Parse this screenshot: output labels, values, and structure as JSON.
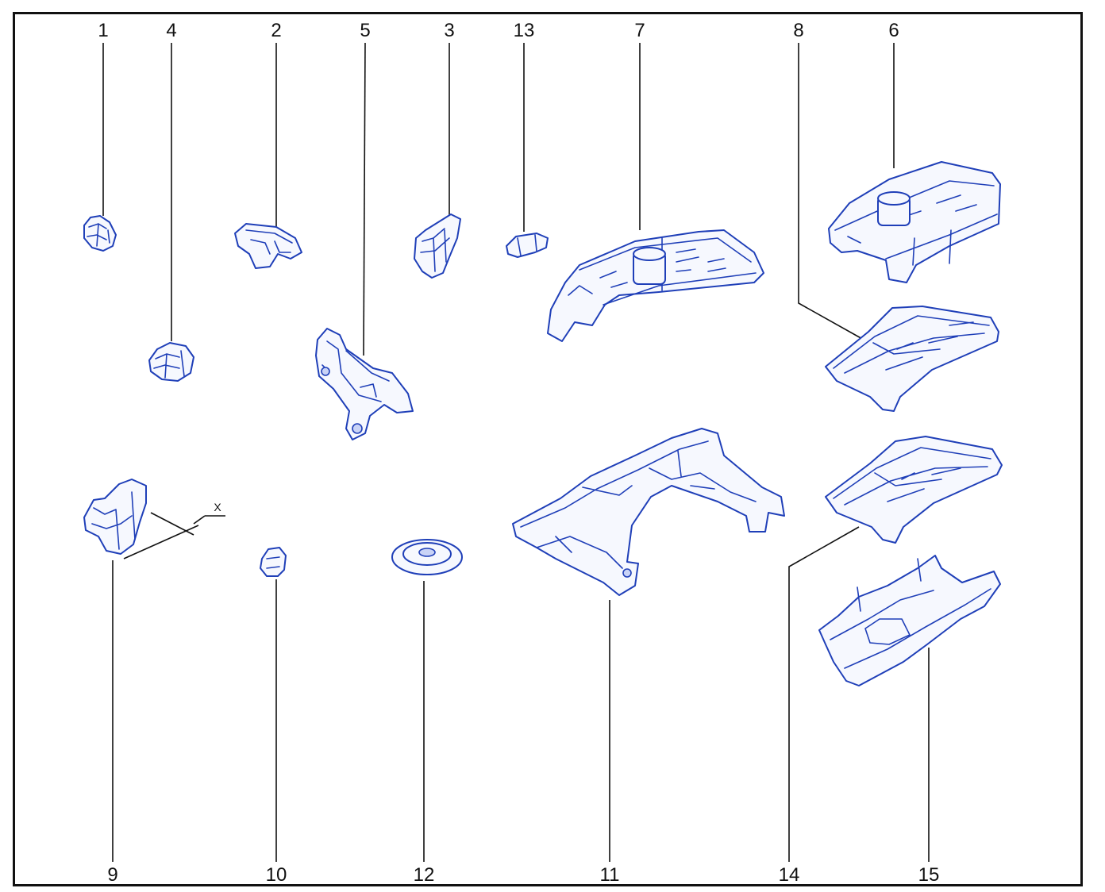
{
  "diagram": {
    "callouts": [
      "1",
      "4",
      "2",
      "5",
      "3",
      "13",
      "7",
      "8",
      "6",
      "9",
      "10",
      "12",
      "11",
      "14",
      "15"
    ],
    "axis_label": "X"
  }
}
